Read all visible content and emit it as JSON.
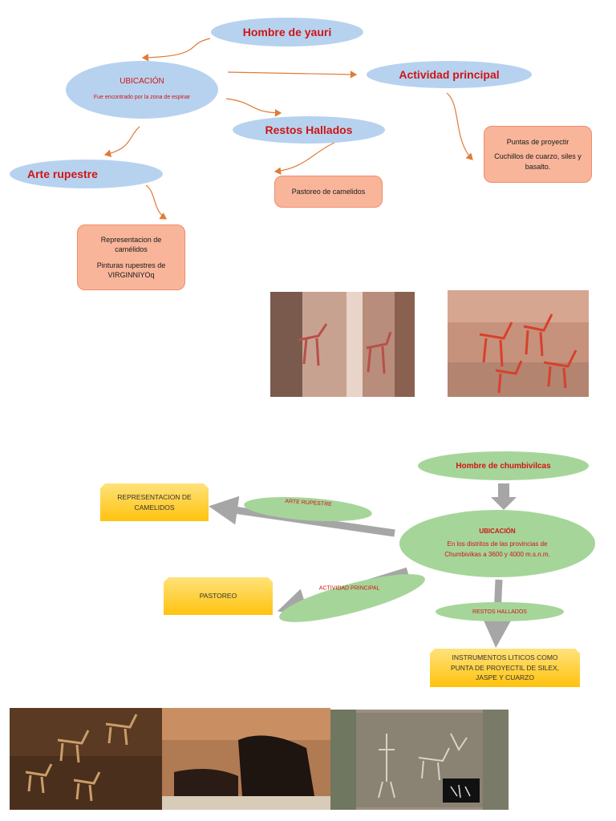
{
  "top": {
    "main": "Hombre  de yauri",
    "ubicacion_title": "UBICACIÓN",
    "ubicacion_text": "Fue encontrado por la zona de espinar",
    "actividad": "Actividad principal",
    "restos": "Restos Hallados",
    "arte": "Arte rupestre",
    "actividad_box_1": "Puntas  de proyectir",
    "actividad_box_2": "Cuchillos de  cuarzo, siles y basalto.",
    "restos_box": "Pastoreo de camelidos",
    "arte_box_1": "Representacion de camélidos",
    "arte_box_2": "Pinturas  rupestres de VIRGINNIYOq"
  },
  "bottom": {
    "main": "Hombre de  chumbivilcas",
    "ubicacion_title": "UBICACIÓN",
    "ubicacion_text": "En los  distritos de  las  provincias de Chumbivikas a  3600 y  4000 m.s.n.m.",
    "arte": "ARTE RUPESTRE",
    "actividad": "ACTIVIDAD PRINCIPAL",
    "restos": "RESTOS HALLADOS",
    "arte_box": "REPRESENTACION DE CAMELIDOS",
    "actividad_box": "PASTOREO",
    "restos_box": "INSTRUMENTOS  LITICOS COMO PUNTA DE  PROYECTIL DE  SILEX, JASPE  Y  CUARZO"
  },
  "colors": {
    "ellipse_blue": "#b6d2ef",
    "ellipse_green": "#a6d59a",
    "title_red": "#d01515",
    "arrow_orange": "#e07b39",
    "box_salmon": "#f8b599",
    "box_yellow": "#ffc20e",
    "arrow_gray": "#a6a6a6"
  }
}
